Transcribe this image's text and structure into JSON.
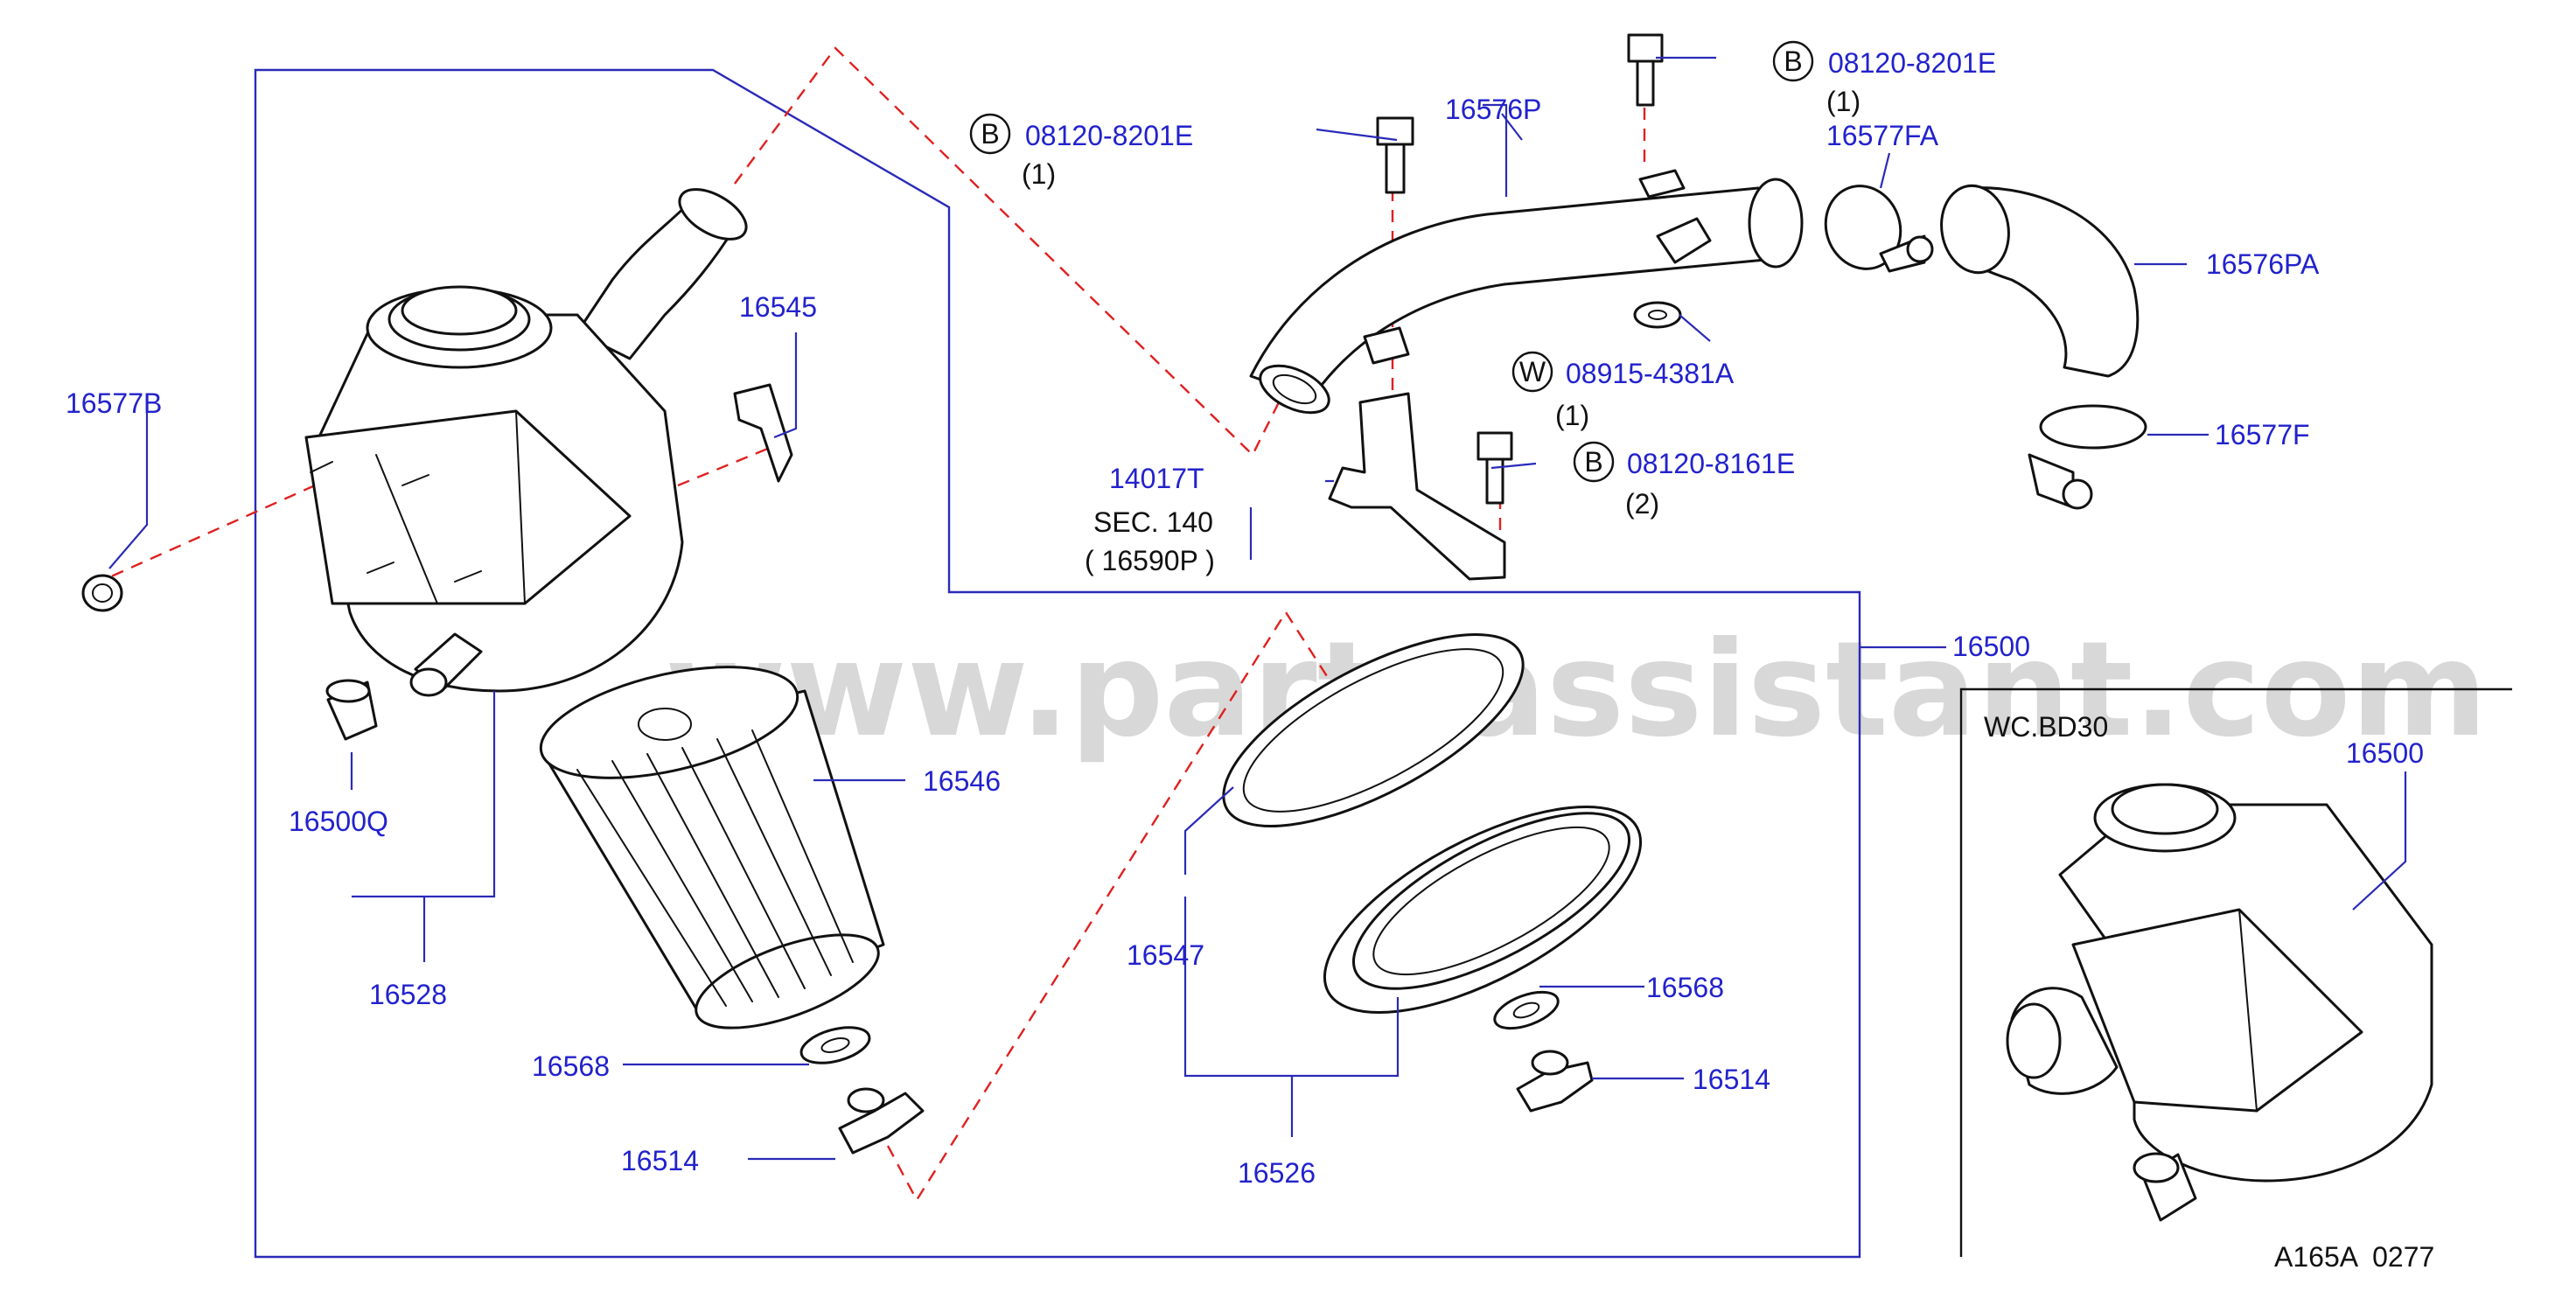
{
  "watermark": "www.partsassistant.com",
  "inset_title": "WC.BD30",
  "footer_code": "A165A  0277",
  "parts": {
    "p16500": "16500",
    "p16500_inset": "16500",
    "p16500Q": "16500Q",
    "p16514_left": "16514",
    "p16514_right": "16514",
    "p16526": "16526",
    "p16528": "16528",
    "p16545": "16545",
    "p16546": "16546",
    "p16547": "16547",
    "p16568_left": "16568",
    "p16568_right": "16568",
    "p16576P": "16576P",
    "p16576PA": "16576PA",
    "p16577B": "16577B",
    "p16577F": "16577F",
    "p16577FA": "16577FA",
    "p14017T": "14017T"
  },
  "section_ref": {
    "line1": "SEC.   140",
    "line2": "( 16590P     )"
  },
  "fasteners": [
    {
      "badge": "B",
      "number": "08120-8201E",
      "qty": "(1)"
    },
    {
      "badge": "B",
      "number": "08120-8201E",
      "qty": "(1)"
    },
    {
      "badge": "W",
      "number": "08915-4381A",
      "qty": "(1)"
    },
    {
      "badge": "B",
      "number": "08120-8161E",
      "qty": "(2)"
    }
  ]
}
